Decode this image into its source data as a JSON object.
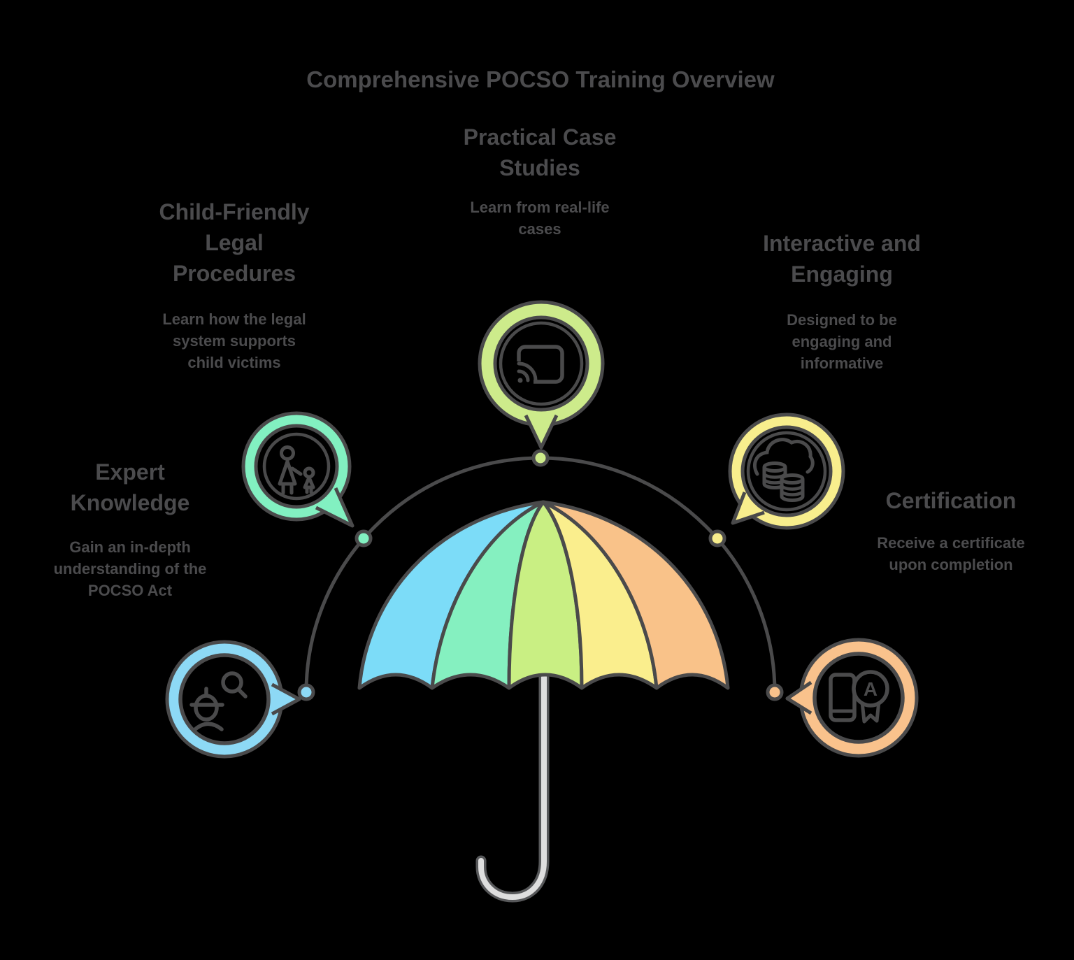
{
  "title": "Comprehensive POCSO Training Overview",
  "sections": {
    "practical_case_studies": {
      "heading": "Practical Case\nStudies",
      "body": "Learn from real-life\ncases"
    },
    "child_friendly": {
      "heading": "Child-Friendly\nLegal\nProcedures",
      "body": "Learn how the legal\nsystem supports\nchild victims"
    },
    "interactive": {
      "heading": "Interactive and\nEngaging",
      "body": "Designed to be\nengaging and\ninformative"
    },
    "expert_knowledge": {
      "heading": "Expert\nKnowledge",
      "body": "Gain an in-depth\nunderstanding of the\nPOCSO Act"
    },
    "certification": {
      "heading": "Certification",
      "body": "Receive a certificate\nupon completion"
    }
  },
  "icons": {
    "practical_case_studies": "cast-screen-icon",
    "child_friendly": "parent-and-child-icon",
    "interactive": "cloud-database-icon",
    "expert_knowledge": "child-search-icon",
    "certification": "book-certificate-icon",
    "certificate_letter": "A"
  },
  "colors": {
    "outline": "#4a4a4b",
    "text": "#4b4b4d",
    "badge_teal": "#82f0c1",
    "badge_lime": "#cdeb8b",
    "badge_yellow": "#f8ee8d",
    "badge_blue": "#8dd9f5",
    "badge_orange": "#f9c28c",
    "umbrella_blue": "#7cdcf8",
    "umbrella_teal": "#85f0c0",
    "umbrella_lime": "#c9ef83",
    "umbrella_yellow": "#faee8d",
    "umbrella_orange": "#f9c289",
    "pole_fill": "#dedede",
    "pole_outline": "#57585a"
  }
}
